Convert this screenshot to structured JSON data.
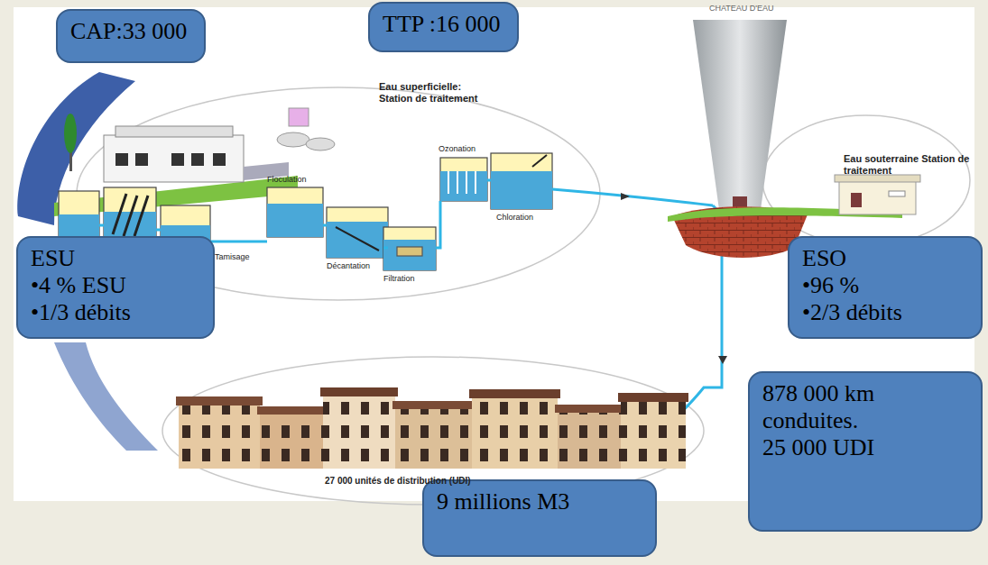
{
  "diagram": {
    "nodes": [
      {
        "text": [
          "CAP:33 000"
        ]
      },
      {
        "text": [
          "TTP :16 000"
        ]
      },
      {
        "text": [
          "ESU",
          "•4 % ESU",
          "•1/3 débits"
        ]
      },
      {
        "text": [
          "ESO",
          "•96 %",
          "•2/3 débits"
        ]
      },
      {
        "text": [
          "878 000 km conduites.",
          "25 000 UDI"
        ]
      },
      {
        "text": [
          "9 millions M3"
        ]
      }
    ],
    "labels": [
      "CHATEAU D'EAU",
      "Eau superficielle: Station de traitement",
      "Eau souterraine Station de traitement",
      "Tamisage",
      "Floculation",
      "Décantation",
      "Filtration",
      "Ozonation",
      "Chloration",
      "27 000 unités de distribution (UDI)"
    ]
  }
}
